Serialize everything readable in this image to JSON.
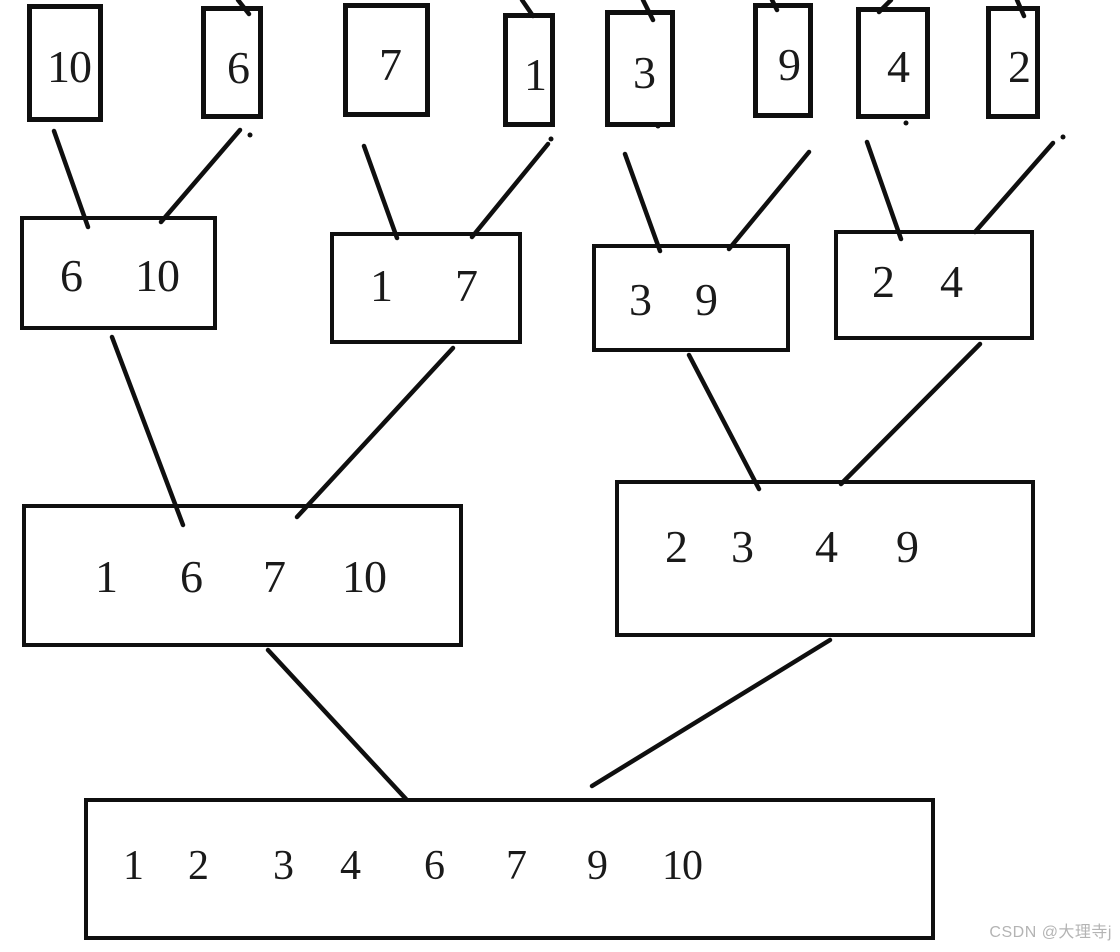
{
  "tree": {
    "level1": [
      "10",
      "6",
      "7",
      "1",
      "3",
      "9",
      "4",
      "2"
    ],
    "level2": [
      [
        "6",
        "10"
      ],
      [
        "1",
        "7"
      ],
      [
        "3",
        "9"
      ],
      [
        "2",
        "4"
      ]
    ],
    "level3": [
      [
        "1",
        "6",
        "7",
        "10"
      ],
      [
        "2",
        "3",
        "4",
        "9"
      ]
    ],
    "level4": [
      [
        "1",
        "2",
        "3",
        "4",
        "6",
        "7",
        "9",
        "10"
      ]
    ]
  },
  "connections": [
    {
      "inputs": [
        "10",
        "6"
      ],
      "output": "6 10"
    },
    {
      "inputs": [
        "7",
        "1"
      ],
      "output": "1 7"
    },
    {
      "inputs": [
        "3",
        "9"
      ],
      "output": "3 9"
    },
    {
      "inputs": [
        "4",
        "2"
      ],
      "output": "2 4"
    },
    {
      "inputs": [
        "6 10",
        "1 7"
      ],
      "output": "1 6 7 10"
    },
    {
      "inputs": [
        "3 9",
        "2 4"
      ],
      "output": "2 3 4 9"
    },
    {
      "inputs": [
        "1 6 7 10",
        "2 3 4 9"
      ],
      "output": "1 2 3 4 6 7 9 10"
    }
  ],
  "watermark": "CSDN @大理寺j",
  "colors": {
    "ink": "#0f0f0f",
    "digit": "#1a1a1a",
    "watermark": "#b4b4b4",
    "background": "#ffffff"
  }
}
